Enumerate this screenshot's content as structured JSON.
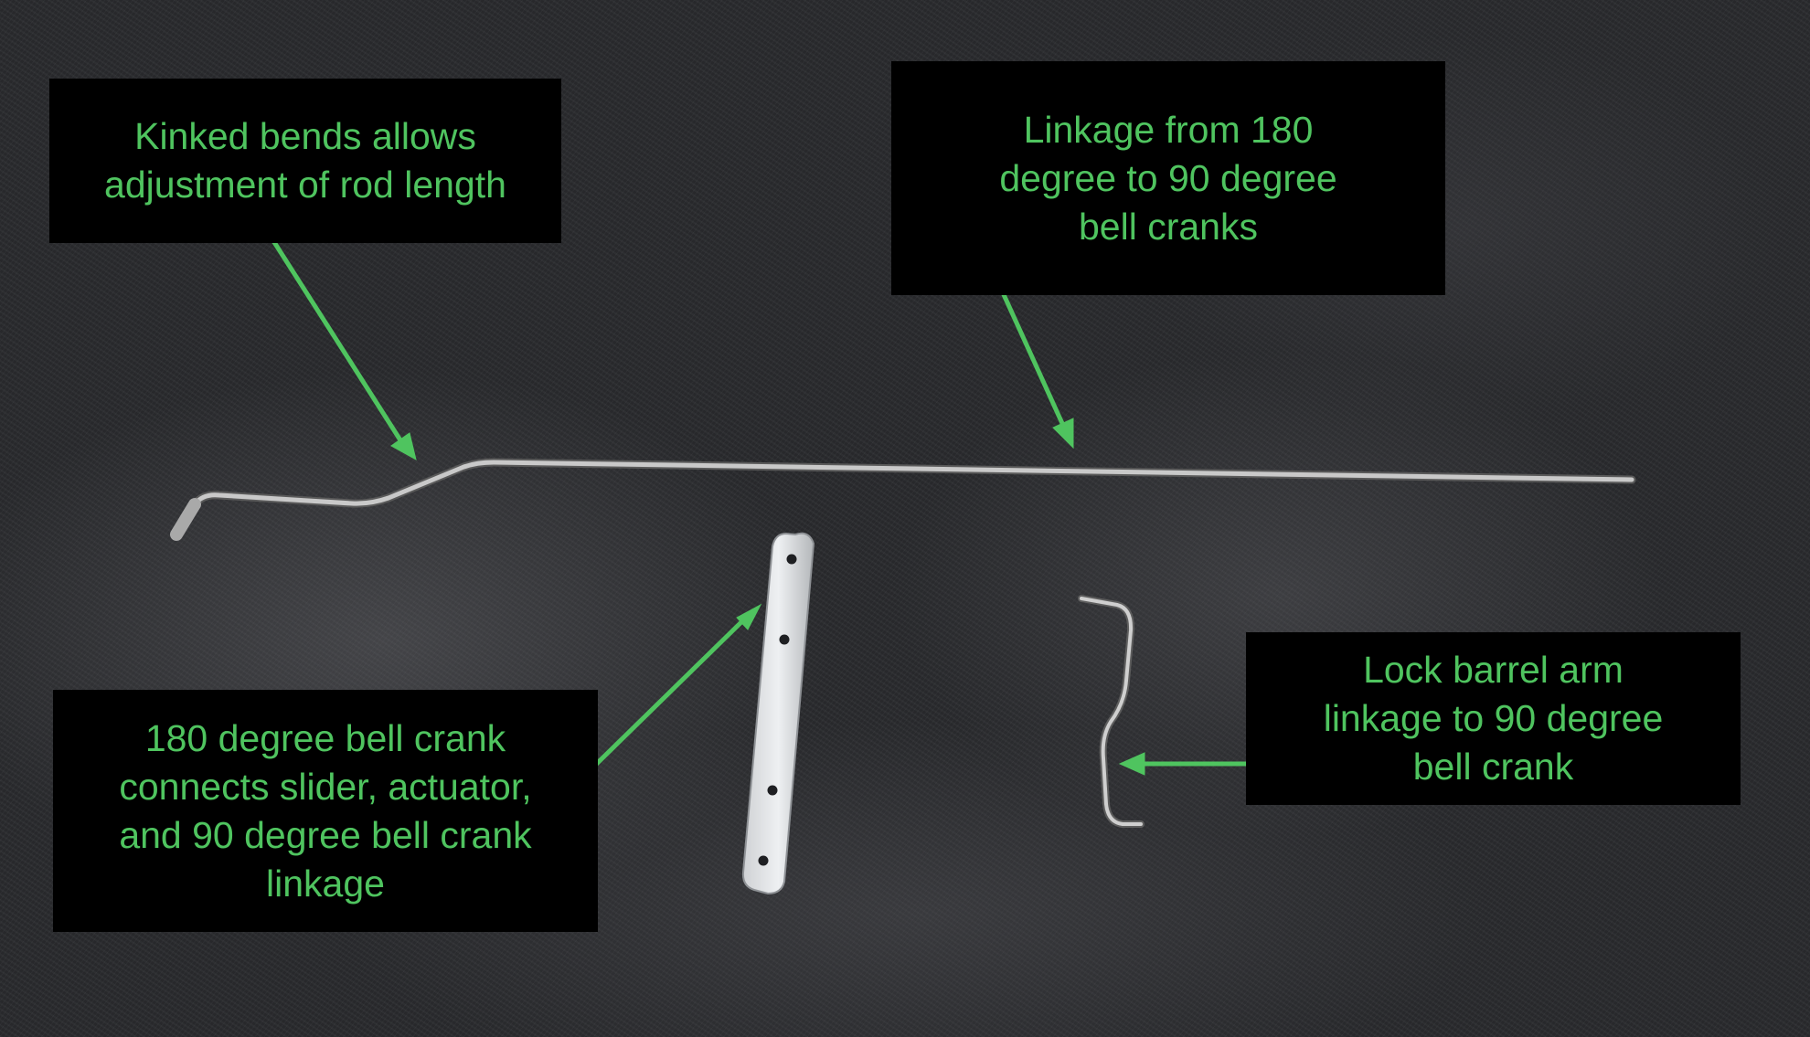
{
  "colors": {
    "label_text": "#4fc45f",
    "label_background": "#000000",
    "arrow": "#4fc45f",
    "surface": "#2b2c2f",
    "metal": "#c8c8c8"
  },
  "labels": {
    "kinked": "Kinked bends allows\nadjustment of rod length",
    "linkage": "Linkage from 180\ndegree to 90 degree\nbell cranks",
    "bell_crank": "180 degree bell crank\nconnects slider, actuator,\nand 90 degree bell crank\nlinkage",
    "lock": "Lock barrel arm\nlinkage to 90 degree\nbell crank"
  }
}
